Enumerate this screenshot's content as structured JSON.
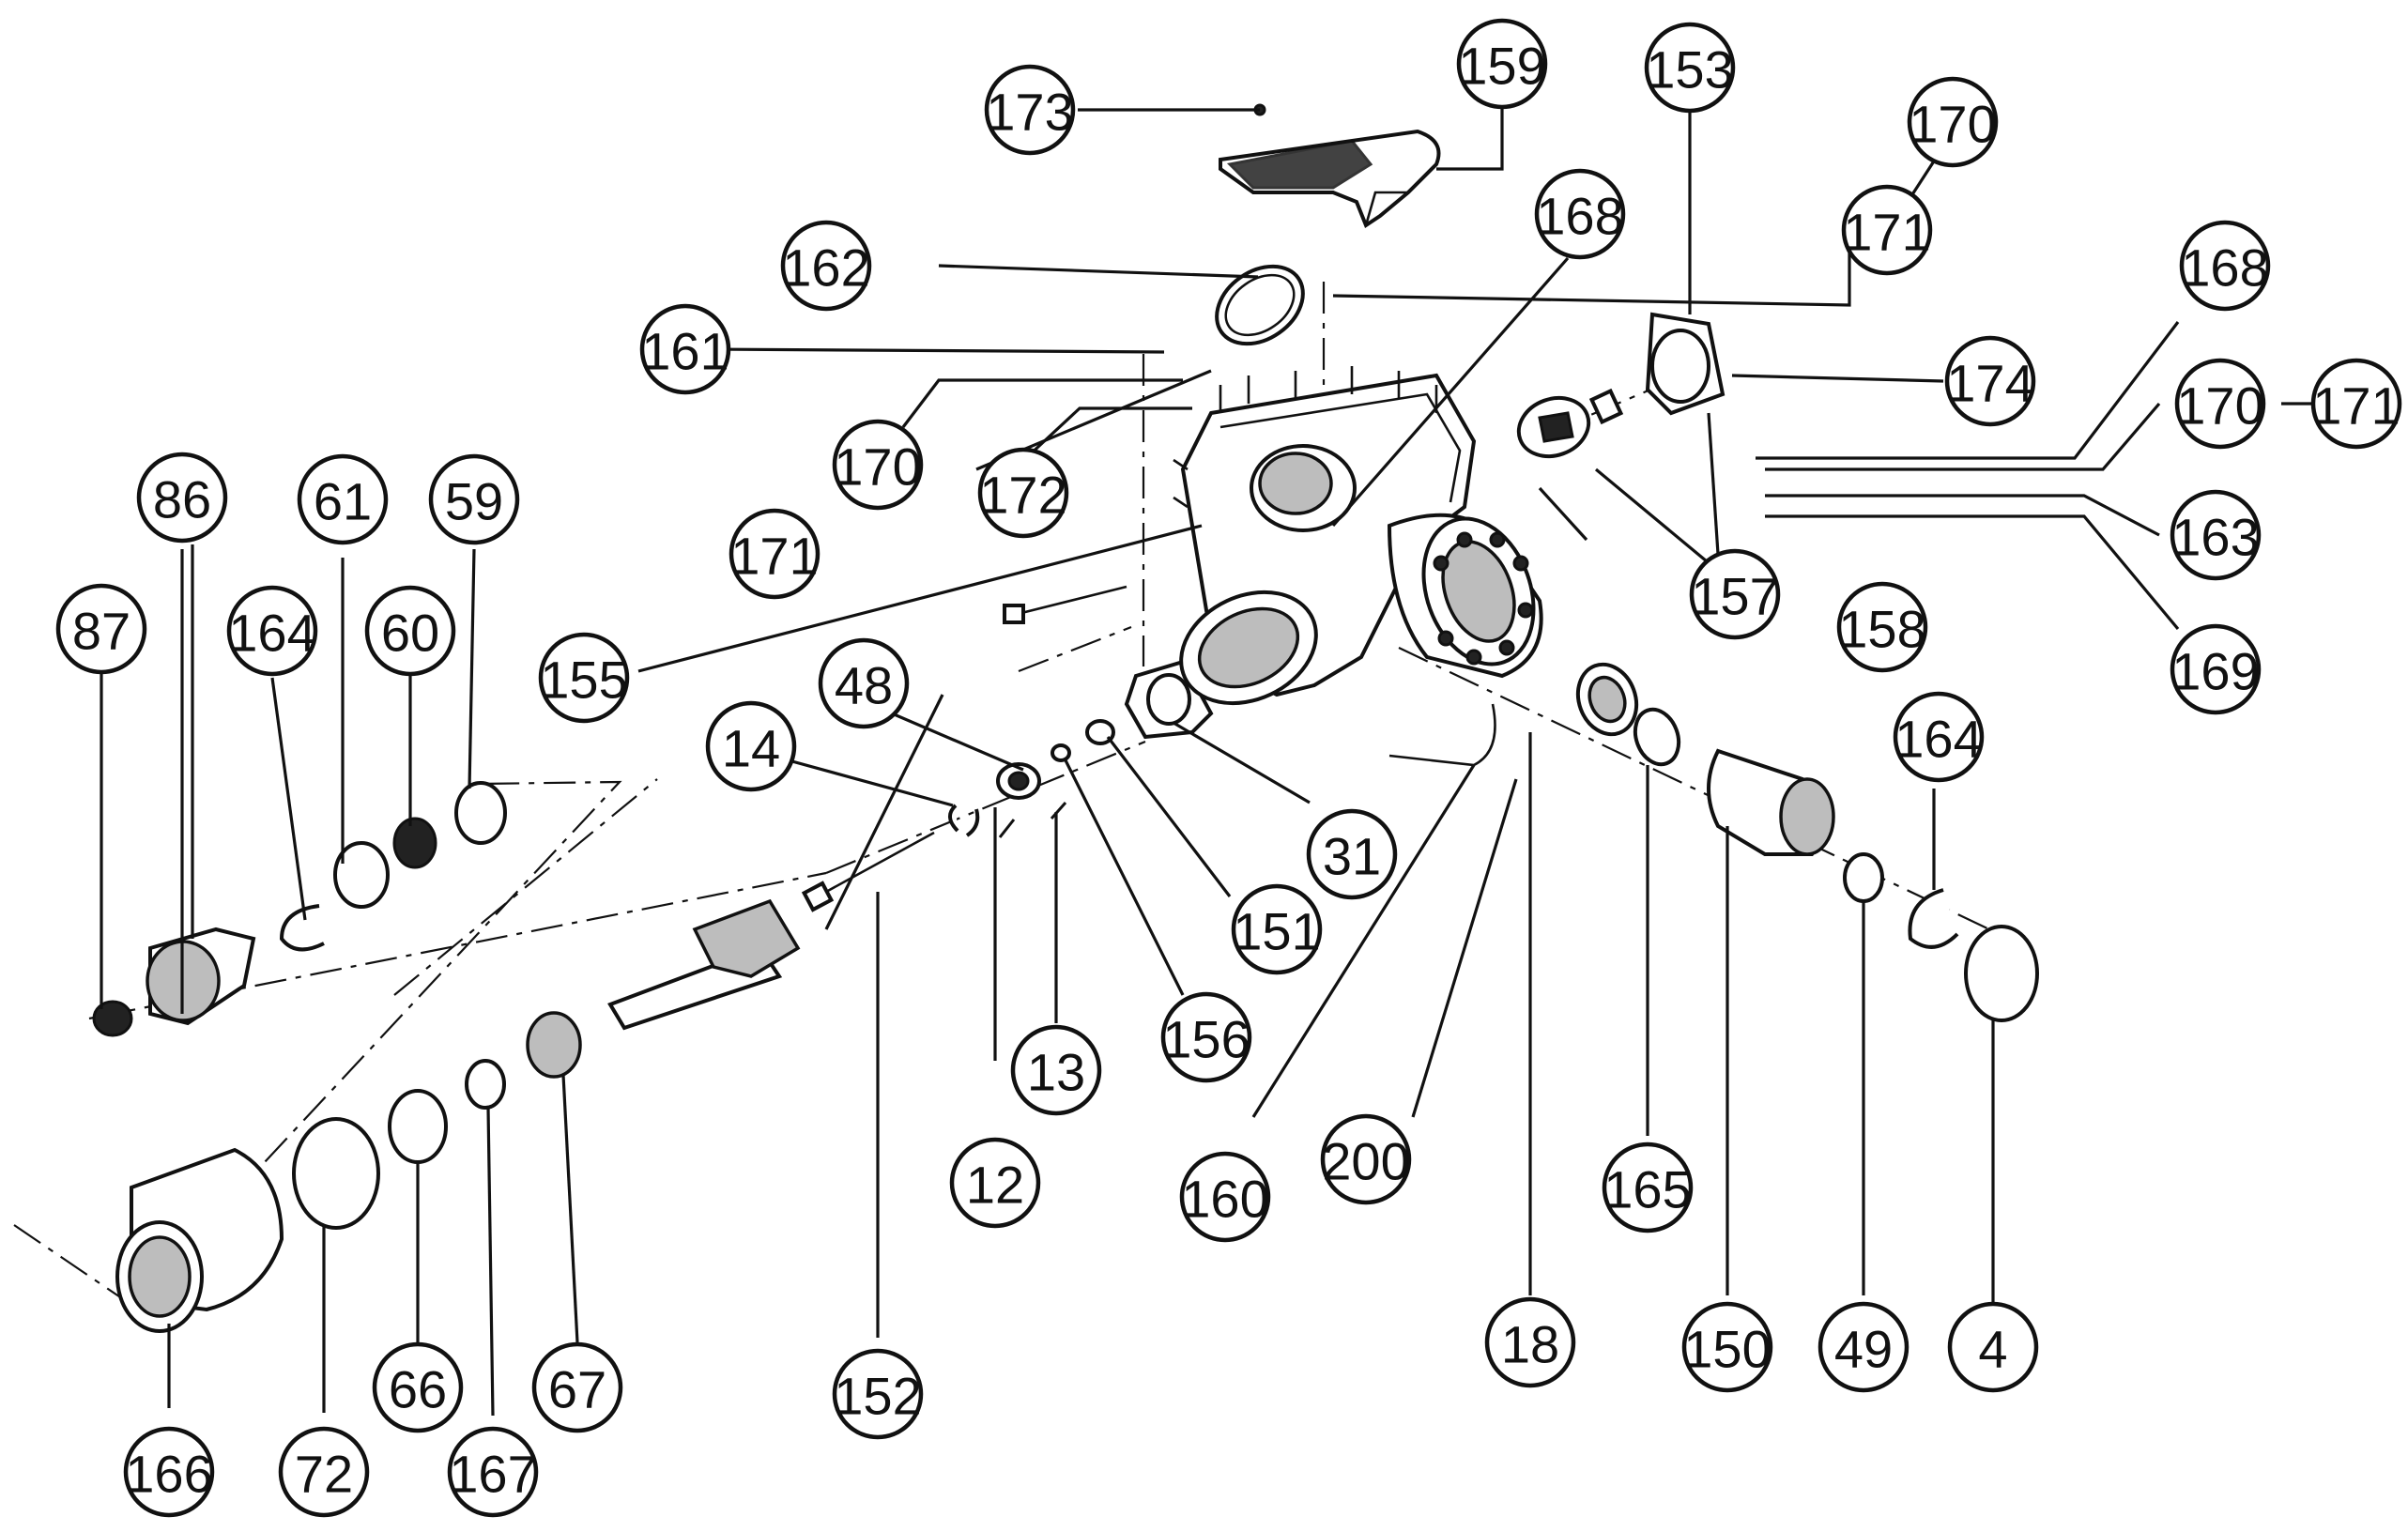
{
  "callouts": [
    {
      "id": "173",
      "label": "173"
    },
    {
      "id": "159",
      "label": "159"
    },
    {
      "id": "153",
      "label": "153"
    },
    {
      "id": "170a",
      "label": "170"
    },
    {
      "id": "171a",
      "label": "171"
    },
    {
      "id": "168a",
      "label": "168"
    },
    {
      "id": "162",
      "label": "162"
    },
    {
      "id": "161",
      "label": "161"
    },
    {
      "id": "168b",
      "label": "168"
    },
    {
      "id": "174",
      "label": "174"
    },
    {
      "id": "170b",
      "label": "170"
    },
    {
      "id": "171b",
      "label": "171"
    },
    {
      "id": "170c",
      "label": "170"
    },
    {
      "id": "171c",
      "label": "171"
    },
    {
      "id": "172",
      "label": "172"
    },
    {
      "id": "86",
      "label": "86"
    },
    {
      "id": "61",
      "label": "61"
    },
    {
      "id": "59",
      "label": "59"
    },
    {
      "id": "87",
      "label": "87"
    },
    {
      "id": "164a",
      "label": "164"
    },
    {
      "id": "60",
      "label": "60"
    },
    {
      "id": "155",
      "label": "155"
    },
    {
      "id": "157",
      "label": "157"
    },
    {
      "id": "158",
      "label": "158"
    },
    {
      "id": "163",
      "label": "163"
    },
    {
      "id": "169",
      "label": "169"
    },
    {
      "id": "48",
      "label": "48"
    },
    {
      "id": "14",
      "label": "14"
    },
    {
      "id": "31",
      "label": "31"
    },
    {
      "id": "151",
      "label": "151"
    },
    {
      "id": "164b",
      "label": "164"
    },
    {
      "id": "156",
      "label": "156"
    },
    {
      "id": "13",
      "label": "13"
    },
    {
      "id": "12",
      "label": "12"
    },
    {
      "id": "160",
      "label": "160"
    },
    {
      "id": "200",
      "label": "200"
    },
    {
      "id": "165",
      "label": "165"
    },
    {
      "id": "18",
      "label": "18"
    },
    {
      "id": "150",
      "label": "150"
    },
    {
      "id": "49",
      "label": "49"
    },
    {
      "id": "4",
      "label": "4"
    },
    {
      "id": "152",
      "label": "152"
    },
    {
      "id": "66",
      "label": "66"
    },
    {
      "id": "67",
      "label": "67"
    },
    {
      "id": "166",
      "label": "166"
    },
    {
      "id": "72",
      "label": "72"
    },
    {
      "id": "167",
      "label": "167"
    }
  ]
}
